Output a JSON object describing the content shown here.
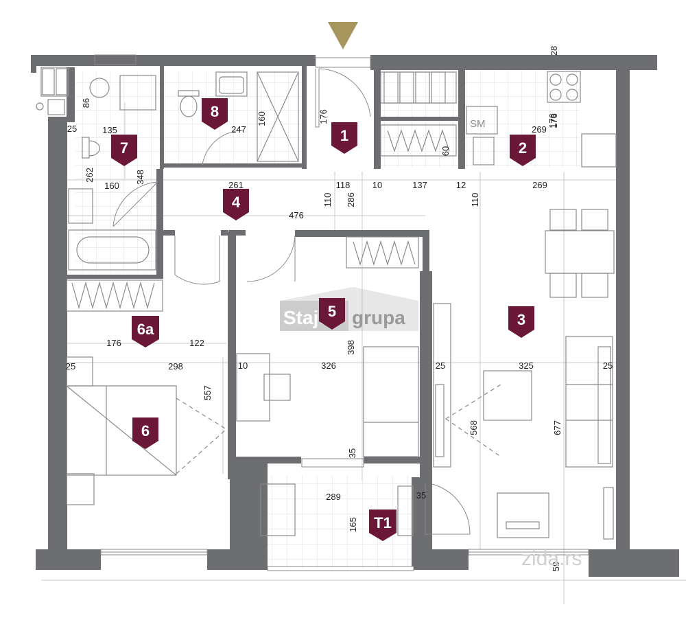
{
  "colors": {
    "wall": "#6d6e71",
    "marker": "#6b1838",
    "entry_arrow": "#a6955c",
    "tile_grid": "#d9d9d9",
    "dim_line": "#bbbbbb",
    "fixture": "#8a8a8a"
  },
  "rooms": [
    {
      "id": "1",
      "label": "1"
    },
    {
      "id": "2",
      "label": "2"
    },
    {
      "id": "3",
      "label": "3"
    },
    {
      "id": "4",
      "label": "4"
    },
    {
      "id": "5",
      "label": "5"
    },
    {
      "id": "6",
      "label": "6"
    },
    {
      "id": "6a",
      "label": "6a"
    },
    {
      "id": "7",
      "label": "7"
    },
    {
      "id": "8",
      "label": "8"
    },
    {
      "id": "T1",
      "label": "T1"
    }
  ],
  "dimensions": [
    "28",
    "86",
    "135",
    "25",
    "262",
    "160",
    "348",
    "247",
    "160",
    "176",
    "176",
    "269",
    "176",
    "60",
    "261",
    "118",
    "10",
    "137",
    "12",
    "269",
    "110",
    "286",
    "110",
    "476",
    "176",
    "122",
    "298",
    "25",
    "557",
    "10",
    "326",
    "398",
    "25",
    "325",
    "25",
    "568",
    "677",
    "35",
    "289",
    "35",
    "165",
    "59"
  ],
  "kitchen_label": "SM",
  "watermark": {
    "brand_a": "Staje",
    "brand_b": "grupa",
    "site": "zida.rs"
  },
  "icons": [
    "entrance-arrow-icon",
    "toilet-icon",
    "sink-icon",
    "shower-icon",
    "bathtub-icon",
    "washing-machine-icon",
    "stove-icon",
    "fridge-icon",
    "bed-icon",
    "desk-icon",
    "chair-icon",
    "sofa-icon",
    "dining-table-icon",
    "armchair-icon",
    "wardrobe-icon"
  ]
}
